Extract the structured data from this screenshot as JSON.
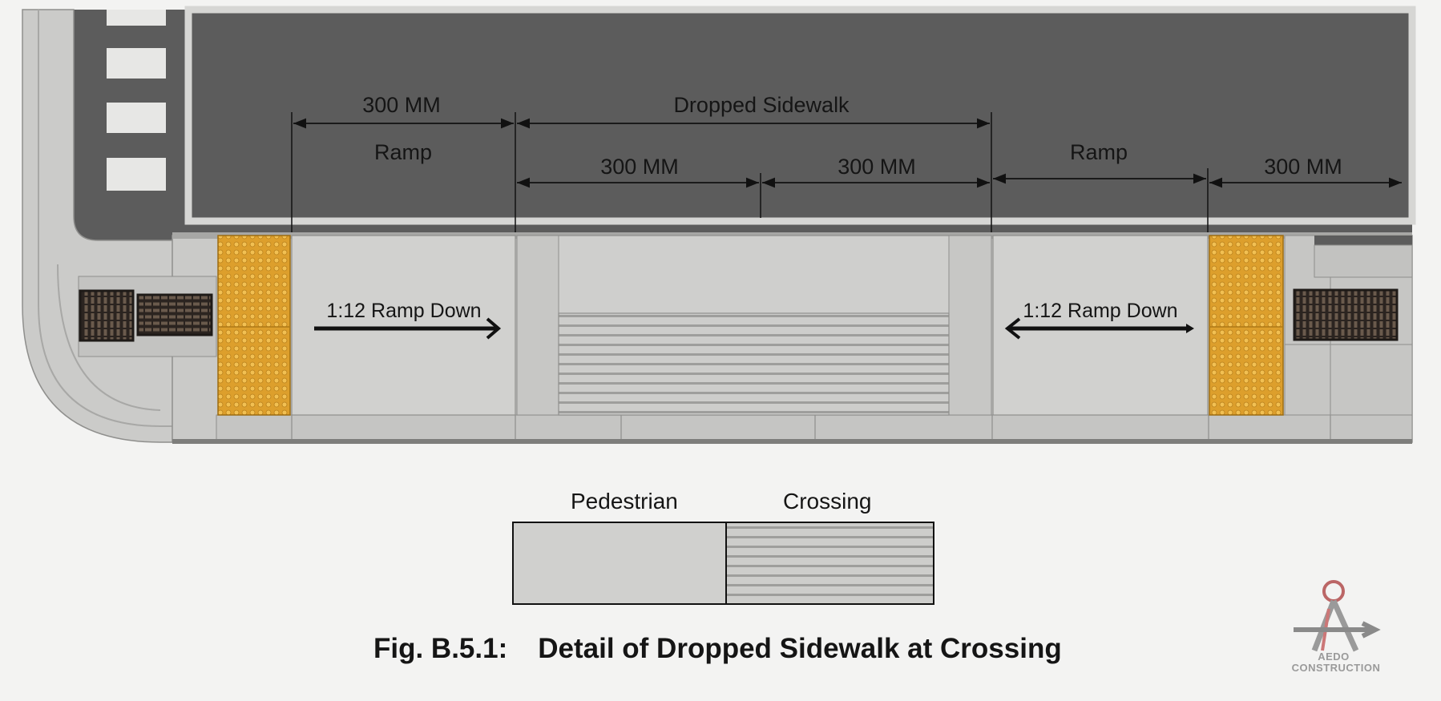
{
  "dimensions": {
    "ramp_left_width": "300 MM",
    "ramp_left_label": "Ramp",
    "dropped_sidewalk_label": "Dropped Sidewalk",
    "dropped_left_width": "300 MM",
    "dropped_right_width": "300 MM",
    "ramp_right_label": "Ramp",
    "ramp_right_width": "300 MM"
  },
  "annotations": {
    "ramp_left_arrow": "1:12 Ramp Down",
    "ramp_right_arrow": "1:12 Ramp Down"
  },
  "legend": {
    "left_label": "Pedestrian",
    "right_label": "Crossing"
  },
  "caption": {
    "figure_number": "Fig. B.5.1:",
    "title": "Detail of Dropped Sidewalk at Crossing"
  },
  "logo": {
    "line1": "AEDO",
    "line2": "CONSTRUCTION"
  },
  "colors": {
    "asphalt": "#5b5b5b",
    "road_marking": "#dadada",
    "pavement": "#cfcfcd",
    "tactile": "#e3a634",
    "grate": "#2a2420",
    "dimension_line": "#111111"
  }
}
